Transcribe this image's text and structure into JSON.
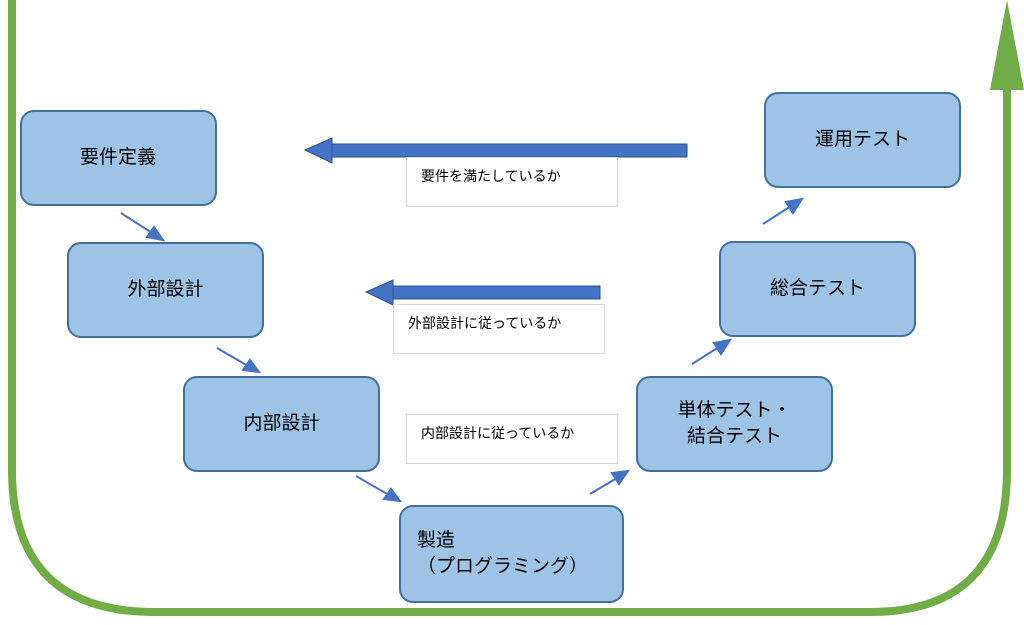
{
  "boxes": {
    "requirements": "要件定義",
    "external_design": "外部設計",
    "internal_design": "内部設計",
    "manufacturing": "製造\n（プログラミング）",
    "unit_integration_test": "単体テスト・\n結合テスト",
    "system_test": "総合テスト",
    "operation_test": "運用テスト"
  },
  "labels": {
    "meets_requirements": "要件を満たしているか",
    "follows_external_design": "外部設計に従っているか",
    "follows_internal_design": "内部設計に従っているか"
  },
  "colors": {
    "box_fill": "#9dc3e6",
    "box_border": "#41719c",
    "arrow_blue": "#4472c4",
    "u_arrow_green": "#70ad47"
  }
}
